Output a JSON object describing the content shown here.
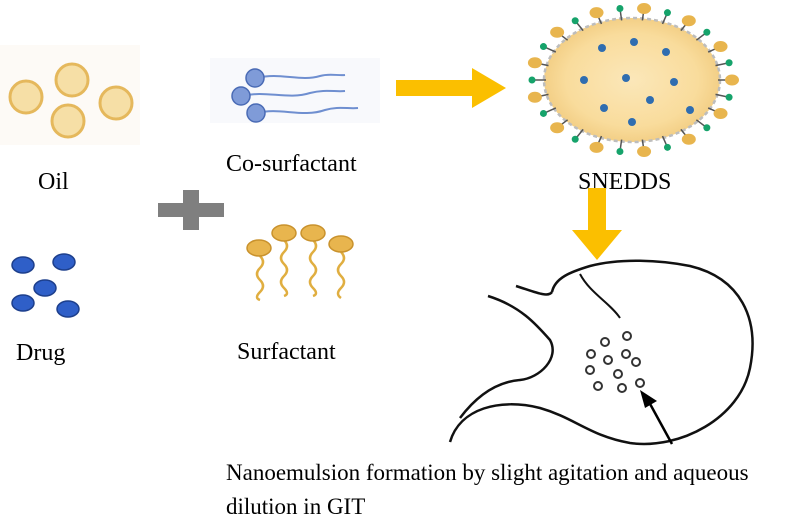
{
  "labels": {
    "oil": "Oil",
    "drug": "Drug",
    "co_surfactant": "Co-surfactant",
    "surfactant": "Surfactant",
    "snedds": "SNEDDS"
  },
  "caption": "Nanoemulsion formation by slight agitation and aqueous dilution in GIT",
  "colors": {
    "oil_fill": "#f6dfa6",
    "oil_stroke": "#e5b85c",
    "drug_fill": "#2f5fc8",
    "co_surfactant_head": "#7f9bd8",
    "surfactant_head": "#e8b54e",
    "arrow": "#fbbf00",
    "plus": "#7f7f7f",
    "green_head": "#16a36b",
    "snedds_core": "#f9dc9c"
  }
}
